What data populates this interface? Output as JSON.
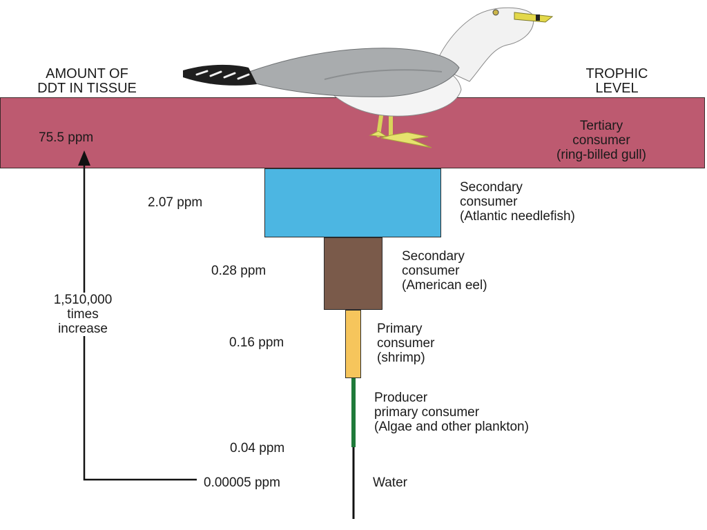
{
  "headers": {
    "left": "AMOUNT OF\nDDT IN TISSUE",
    "right": "TROPHIC\nLEVEL"
  },
  "levels": [
    {
      "ppm": "75.5 ppm",
      "level": "Tertiary\nconsumer\n(ring-billed gull)",
      "color": "#bd5a70"
    },
    {
      "ppm": "2.07 ppm",
      "level": "Secondary\nconsumer\n(Atlantic needlefish)",
      "color": "#4cb6e2"
    },
    {
      "ppm": "0.28 ppm",
      "level": "Secondary\nconsumer\n(American eel)",
      "color": "#7a5a4a"
    },
    {
      "ppm": "0.16 ppm",
      "level": "Primary\nconsumer\n(shrimp)",
      "color": "#f6c55c"
    },
    {
      "ppm": "0.04 ppm",
      "level": "Producer\nprimary consumer\n(Algae and other plankton)",
      "color": "#1f7a3a"
    },
    {
      "ppm": "0.00005 ppm",
      "level": "Water"
    }
  ],
  "arrow_label": "1,510,000\ntimes\nincrease",
  "icons": {
    "bird": "ring-billed-gull-illustration"
  }
}
